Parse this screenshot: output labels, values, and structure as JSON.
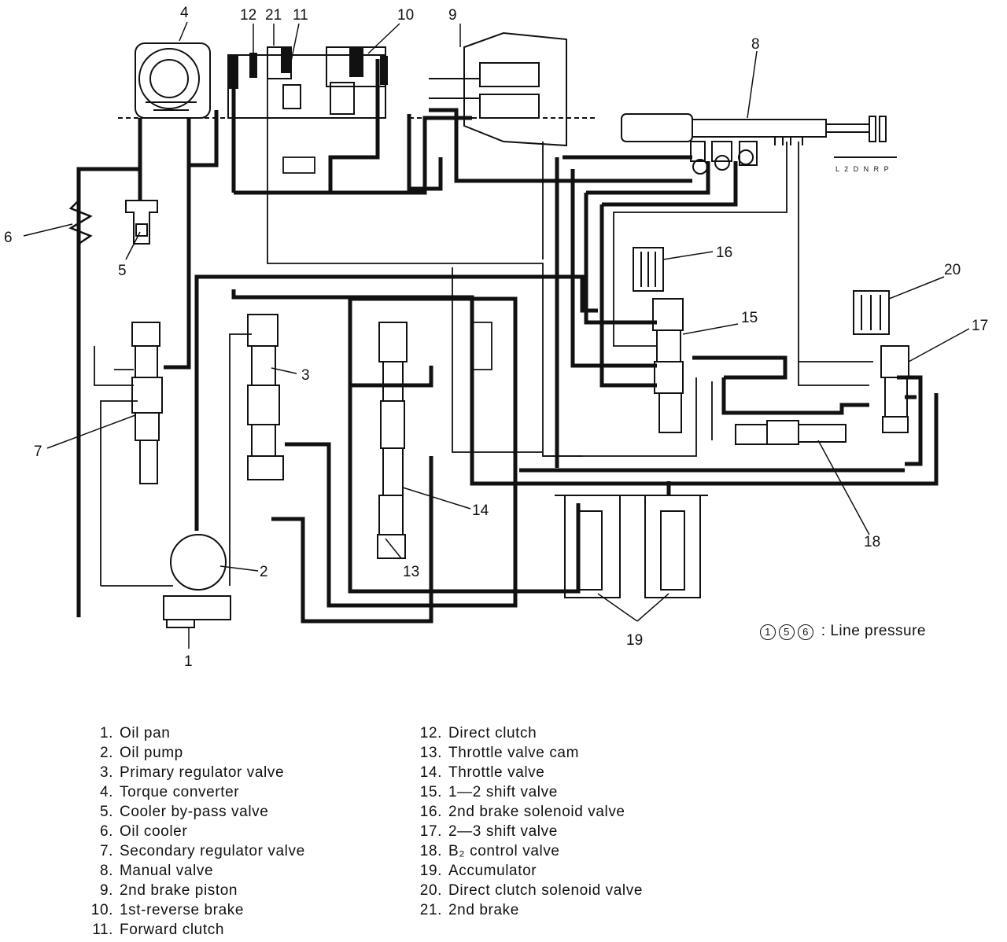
{
  "callouts": [
    "1",
    "2",
    "3",
    "4",
    "5",
    "6",
    "7",
    "8",
    "9",
    "10",
    "11",
    "12",
    "13",
    "14",
    "15",
    "16",
    "17",
    "18",
    "19",
    "20",
    "21"
  ],
  "manual_positions": "L 2 D N R P",
  "note": {
    "circles": [
      "1",
      "5",
      "6"
    ],
    "text": ": Line pressure"
  },
  "legend_left": [
    {
      "num": "1.",
      "label": "Oil pan"
    },
    {
      "num": "2.",
      "label": "Oil pump"
    },
    {
      "num": "3.",
      "label": "Primary regulator valve"
    },
    {
      "num": "4.",
      "label": "Torque converter"
    },
    {
      "num": "5.",
      "label": "Cooler by-pass valve"
    },
    {
      "num": "6.",
      "label": "Oil cooler"
    },
    {
      "num": "7.",
      "label": "Secondary regulator valve"
    },
    {
      "num": "8.",
      "label": "Manual valve"
    },
    {
      "num": "9.",
      "label": "2nd brake piston"
    },
    {
      "num": "10.",
      "label": "1st-reverse brake"
    },
    {
      "num": "11.",
      "label": "Forward clutch"
    }
  ],
  "legend_right": [
    {
      "num": "12.",
      "label": "Direct clutch"
    },
    {
      "num": "13.",
      "label": "Throttle valve cam"
    },
    {
      "num": "14.",
      "label": "Throttle valve"
    },
    {
      "num": "15.",
      "label": "1—2 shift valve"
    },
    {
      "num": "16.",
      "label": "2nd brake solenoid valve"
    },
    {
      "num": "17.",
      "label": "2—3 shift valve"
    },
    {
      "num": "18.",
      "label": "B₂ control valve"
    },
    {
      "num": "19.",
      "label": "Accumulator"
    },
    {
      "num": "20.",
      "label": "Direct clutch solenoid valve"
    },
    {
      "num": "21.",
      "label": "2nd brake"
    }
  ]
}
